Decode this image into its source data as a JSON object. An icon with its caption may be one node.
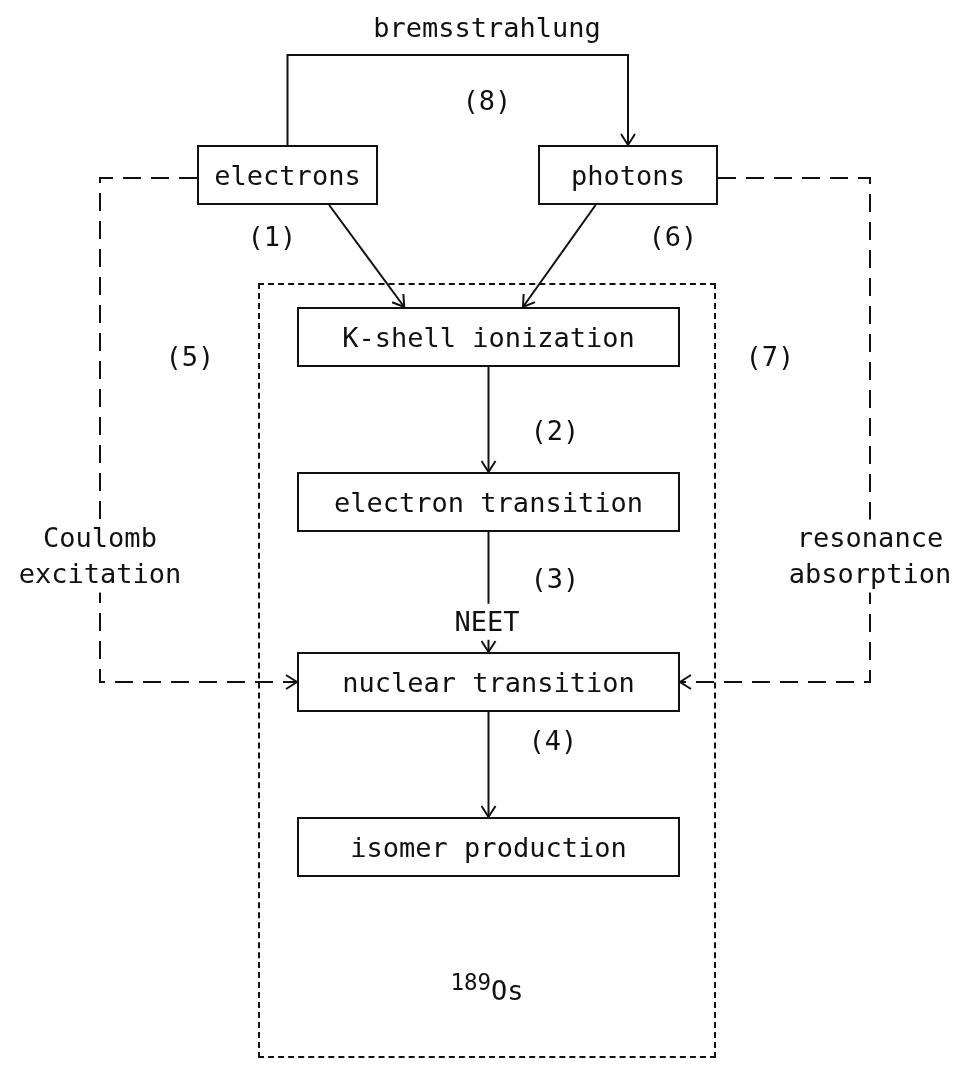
{
  "diagram": {
    "nodes": [
      {
        "text": [
          "electrons"
        ]
      },
      {
        "text": [
          "photons"
        ]
      },
      {
        "text": [
          "$^{189}$Os"
        ]
      },
      {
        "text": [
          "K-shell ionization"
        ],
        "in": 2
      },
      {
        "text": [
          "electron transition"
        ],
        "in": 2
      },
      {
        "text": [
          "nuclear transition"
        ],
        "in": 2
      },
      {
        "text": [
          "isomer production"
        ],
        "in": 2
      }
    ],
    "edges": [
      {
        "from": 0,
        "to": 1,
        "arrow": "to",
        "label": "bremsstrahlung"
      },
      {
        "from": 0,
        "to": 3,
        "arrow": "to"
      },
      {
        "from": 1,
        "to": 3,
        "arrow": "to"
      },
      {
        "from": 3,
        "to": 4,
        "arrow": "to"
      },
      {
        "from": 4,
        "to": 5,
        "arrow": "to",
        "label": "NEET"
      },
      {
        "from": 5,
        "to": 6,
        "arrow": "to"
      },
      {
        "from": 0,
        "to": 5,
        "arrow": "to",
        "label": "Coulomb excitation",
        "style": "dashed"
      },
      {
        "from": 1,
        "to": 5,
        "arrow": "to",
        "label": "resonance absorption",
        "style": "dashed"
      }
    ],
    "labels": [
      "(8)",
      "(1)",
      "(6)",
      "(5)",
      "(7)",
      "(2)",
      "(3)",
      "(4)"
    ]
  }
}
